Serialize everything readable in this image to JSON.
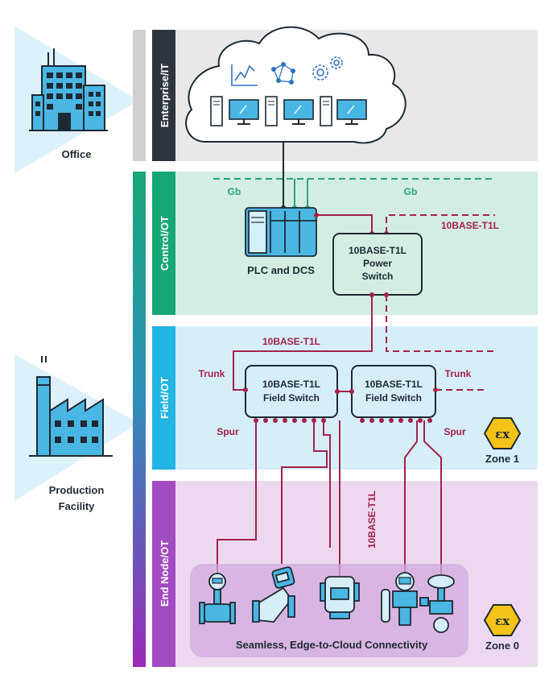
{
  "layers": {
    "enterprise": "Enterprise/IT",
    "control": "Control/OT",
    "field": "Field/OT",
    "end_node": "End Node/OT"
  },
  "left": {
    "office": "Office",
    "production_line1": "Production",
    "production_line2": "Facility"
  },
  "control": {
    "gb_left": "Gb",
    "gb_right": "Gb",
    "plc_label": "PLC and DCS",
    "t1l_label": "10BASE-T1L",
    "power_switch_line1": "10BASE-T1L",
    "power_switch_line2": "Power",
    "power_switch_line3": "Switch"
  },
  "field": {
    "t1l_label": "10BASE-T1L",
    "trunk_left": "Trunk",
    "trunk_right": "Trunk",
    "switch1_line1": "10BASE-T1L",
    "switch1_line2": "Field Switch",
    "switch2_line1": "10BASE-T1L",
    "switch2_line2": "Field Switch",
    "spur_left": "Spur",
    "spur_right": "Spur",
    "zone1_label": "Zone 1",
    "ex_symbol": "εx"
  },
  "end_node": {
    "t1l_vertical": "10BASE-T1L",
    "caption": "Seamless, Edge-to-Cloud Connectivity",
    "zone0_label": "Zone 0",
    "ex_symbol": "εx"
  },
  "colors": {
    "enterprise_bg": "#e8e8ea",
    "control_bg": "#d3ede3",
    "field_bg": "#d6eef8",
    "end_bg": "#ecd9ef",
    "link_red": "#a3224a",
    "link_green": "#2aa57a",
    "dark": "#1e2a33",
    "ex_yellow": "#f3c318"
  }
}
